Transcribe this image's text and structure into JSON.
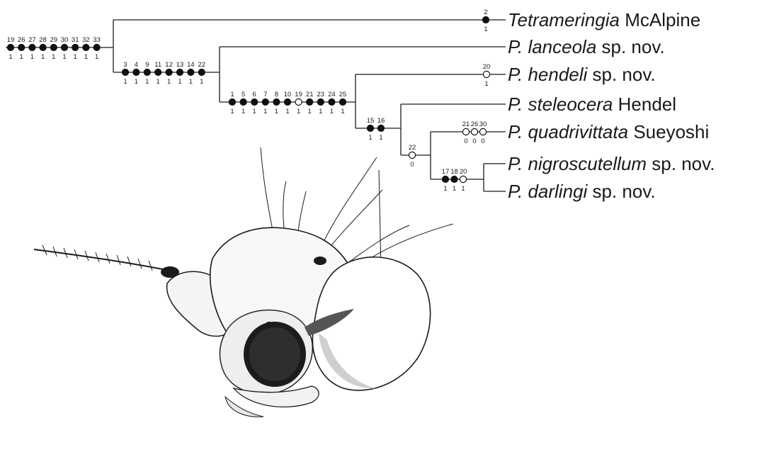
{
  "tree": {
    "taxa": [
      {
        "id": "tetrameringia",
        "genus": "Tetrameringia",
        "rest": " McAlpine"
      },
      {
        "id": "lanceola",
        "genus": "P. lanceola",
        "rest": " sp. nov."
      },
      {
        "id": "hendeli",
        "genus": "P. hendeli",
        "rest": " sp. nov."
      },
      {
        "id": "steleocera",
        "genus": "P. steleocera",
        "rest": " Hendel"
      },
      {
        "id": "quadrivittata",
        "genus": "P. quadrivittata",
        "rest": " Sueyoshi"
      },
      {
        "id": "nigroscutellum",
        "genus": "P. nigroscutellum",
        "rest": " sp. nov."
      },
      {
        "id": "darlingi",
        "genus": "P. darlingi",
        "rest": " sp. nov."
      }
    ],
    "character_groups": [
      {
        "id": "root",
        "characters": [
          {
            "n": "19",
            "state": "1",
            "type": "filled"
          },
          {
            "n": "26",
            "state": "1",
            "type": "filled"
          },
          {
            "n": "27",
            "state": "1",
            "type": "filled"
          },
          {
            "n": "28",
            "state": "1",
            "type": "filled"
          },
          {
            "n": "29",
            "state": "1",
            "type": "filled"
          },
          {
            "n": "30",
            "state": "1",
            "type": "filled"
          },
          {
            "n": "31",
            "state": "1",
            "type": "filled"
          },
          {
            "n": "32",
            "state": "1",
            "type": "filled"
          },
          {
            "n": "33",
            "state": "1",
            "type": "filled"
          }
        ]
      },
      {
        "id": "tetrameringia",
        "characters": [
          {
            "n": "2",
            "state": "1",
            "type": "filled"
          }
        ]
      },
      {
        "id": "clade-a",
        "characters": [
          {
            "n": "3",
            "state": "1",
            "type": "filled"
          },
          {
            "n": "4",
            "state": "1",
            "type": "filled"
          },
          {
            "n": "9",
            "state": "1",
            "type": "filled"
          },
          {
            "n": "11",
            "state": "1",
            "type": "filled"
          },
          {
            "n": "12",
            "state": "1",
            "type": "filled"
          },
          {
            "n": "13",
            "state": "1",
            "type": "filled"
          },
          {
            "n": "14",
            "state": "1",
            "type": "filled"
          },
          {
            "n": "22",
            "state": "1",
            "type": "filled"
          }
        ]
      },
      {
        "id": "clade-b",
        "characters": [
          {
            "n": "1",
            "state": "1",
            "type": "filled"
          },
          {
            "n": "5",
            "state": "1",
            "type": "filled"
          },
          {
            "n": "6",
            "state": "1",
            "type": "filled"
          },
          {
            "n": "7",
            "state": "1",
            "type": "filled"
          },
          {
            "n": "8",
            "state": "1",
            "type": "filled"
          },
          {
            "n": "10",
            "state": "1",
            "type": "filled"
          },
          {
            "n": "19",
            "state": "1",
            "type": "open"
          },
          {
            "n": "21",
            "state": "1",
            "type": "filled"
          },
          {
            "n": "23",
            "state": "1",
            "type": "filled"
          },
          {
            "n": "24",
            "state": "1",
            "type": "filled"
          },
          {
            "n": "25",
            "state": "1",
            "type": "filled"
          }
        ]
      },
      {
        "id": "hendeli",
        "characters": [
          {
            "n": "20",
            "state": "1",
            "type": "open"
          }
        ]
      },
      {
        "id": "clade-c",
        "characters": [
          {
            "n": "15",
            "state": "1",
            "type": "filled"
          },
          {
            "n": "16",
            "state": "1",
            "type": "filled"
          }
        ]
      },
      {
        "id": "clade-d",
        "characters": [
          {
            "n": "22",
            "state": "0",
            "type": "open"
          }
        ]
      },
      {
        "id": "quadrivittata",
        "characters": [
          {
            "n": "21",
            "state": "0",
            "type": "open"
          },
          {
            "n": "26",
            "state": "0",
            "type": "open"
          },
          {
            "n": "30",
            "state": "0",
            "type": "open"
          }
        ]
      },
      {
        "id": "clade-e",
        "characters": [
          {
            "n": "17",
            "state": "1",
            "type": "filled"
          },
          {
            "n": "18",
            "state": "1",
            "type": "filled"
          },
          {
            "n": "20",
            "state": "1",
            "type": "open"
          }
        ]
      }
    ]
  },
  "illustration": {
    "icon": "fly-head-icon"
  }
}
